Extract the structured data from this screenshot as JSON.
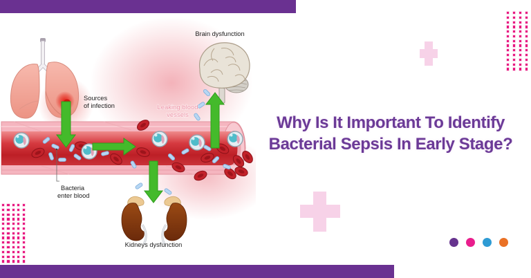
{
  "title": {
    "line1": "Why Is It Important To Identify",
    "line2": "Bacterial Sepsis In Early Stage?"
  },
  "diagram": {
    "labels": {
      "brain": "Brain dysfunction",
      "sources_line1": "Sources",
      "sources_line2": "of infection",
      "leaking_line1": "Leaking blood",
      "leaking_line2": "vessels",
      "bacteria_line1": "Bacteria",
      "bacteria_line2": "enter blood",
      "kidneys": "Kidneys dysfunction"
    }
  },
  "colors": {
    "bar_purple": "#6a3191",
    "title_purple": "#6b3a97",
    "plus_pink": "#f7d2e8",
    "dot_pink": "#e7157f",
    "arrow_green": "#44ba2b",
    "vessel_wall_pink": "#f5b5bf",
    "vessel_lumen_red": "#c42329",
    "bacteria_blue": "#b7d7f3",
    "red_cell": "#c2222a"
  },
  "decor": {
    "dot_grids": [
      {
        "name": "dot-grid-top-right",
        "cols": 4,
        "rows": 13
      },
      {
        "name": "dot-grid-bottom-left",
        "cols": 5,
        "rows": 13
      }
    ],
    "accent_dots": [
      "#66338e",
      "#e91e8d",
      "#2e9bd4",
      "#ea7125"
    ]
  }
}
